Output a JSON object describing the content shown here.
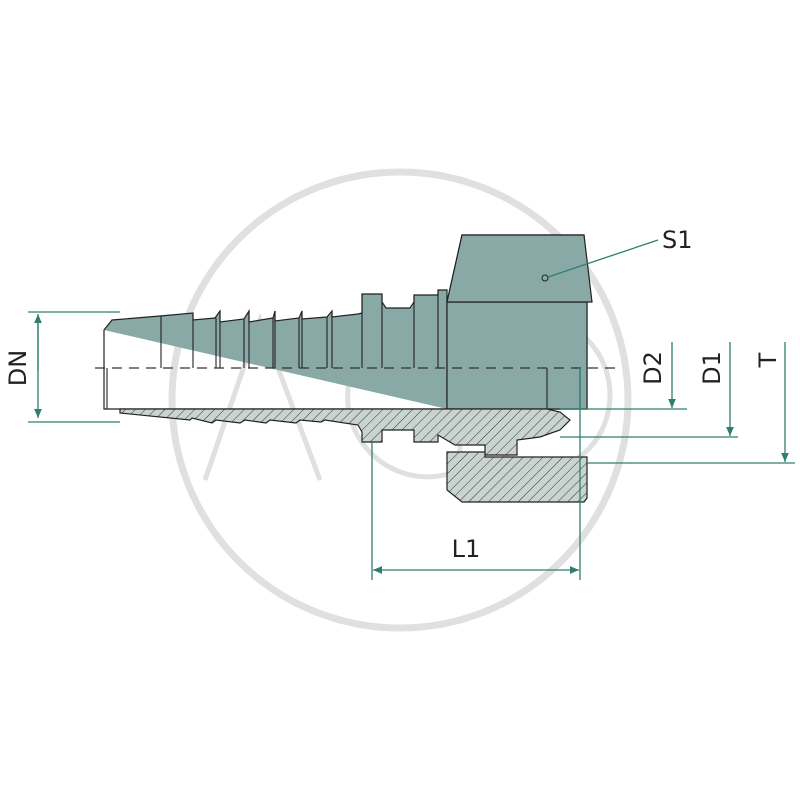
{
  "watermark": {
    "text": "AGD",
    "color": "#cccccc"
  },
  "labels": {
    "dn": "DN",
    "d2": "D2",
    "d1": "D1",
    "t": "T",
    "l1": "L1",
    "s1": "S1"
  },
  "colors": {
    "body": "#88a9a6",
    "section": "#c9d4d1",
    "dimension": "#2f7f6f",
    "outline": "#222222"
  }
}
